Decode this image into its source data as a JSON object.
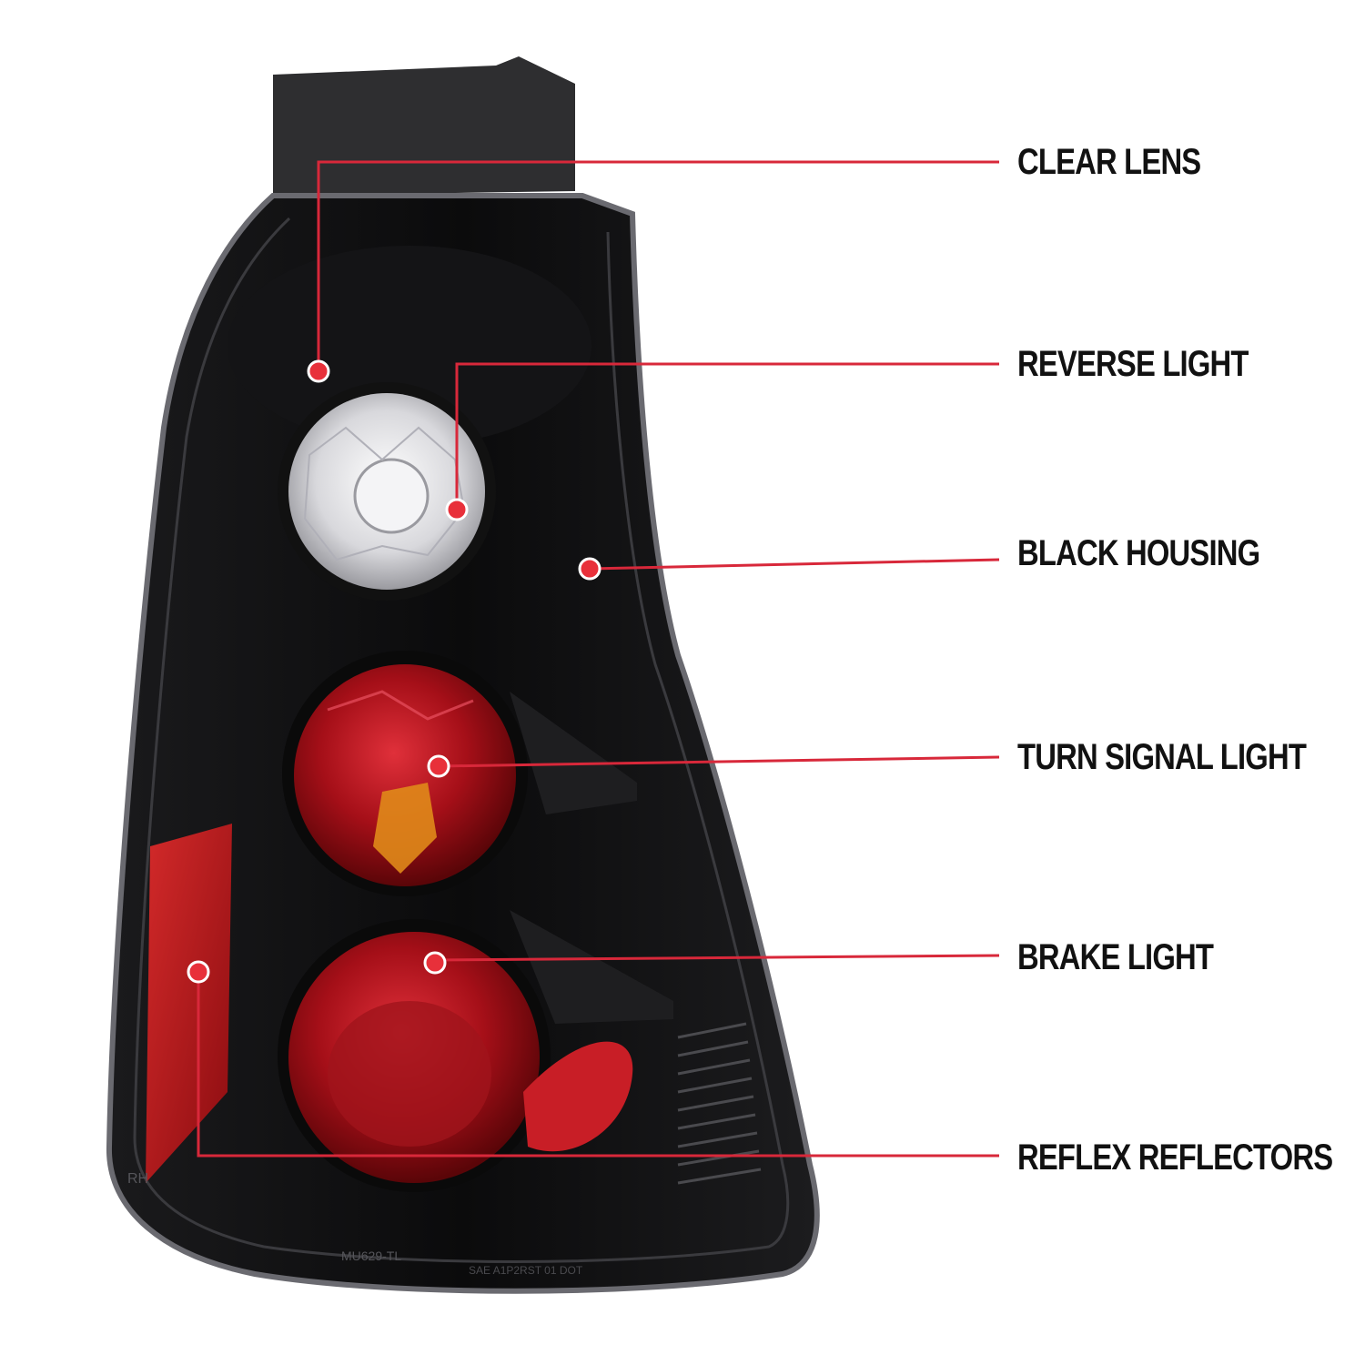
{
  "callouts": [
    {
      "id": "clear-lens",
      "label": "CLEAR LENS"
    },
    {
      "id": "reverse-light",
      "label": "REVERSE LIGHT"
    },
    {
      "id": "black-housing",
      "label": "BLACK HOUSING"
    },
    {
      "id": "turn-signal-light",
      "label": "TURN SIGNAL LIGHT"
    },
    {
      "id": "brake-light",
      "label": "BRAKE LIGHT"
    },
    {
      "id": "reflex-reflectors",
      "label": "REFLEX REFLECTORS"
    }
  ],
  "housing_markings": {
    "side": "RH",
    "part_number": "MU629-TL",
    "code": "SAE A1P2RST 01 DOT"
  },
  "colors": {
    "leader_line": "#d8283a",
    "housing": "#0c0c0d",
    "lens_red": "#b0101a",
    "label_text": "#111111"
  }
}
